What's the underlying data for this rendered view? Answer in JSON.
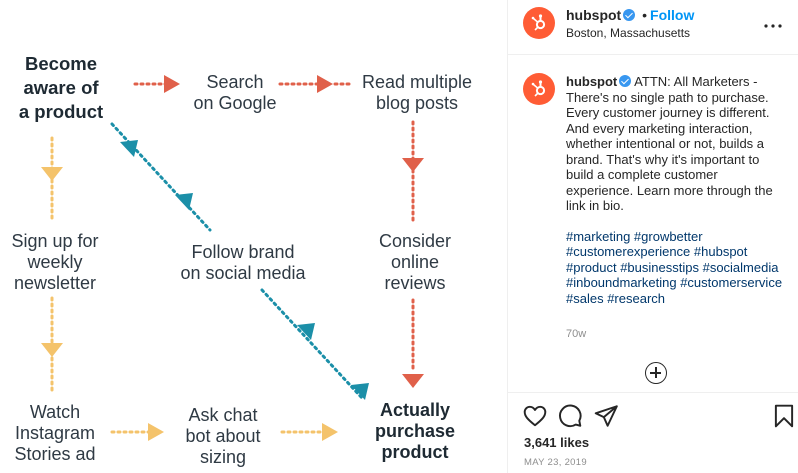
{
  "image": {
    "nodes": {
      "aware": "Become\naware of\na product",
      "search": "Search\non Google",
      "read": "Read multiple\nblog posts",
      "signup": "Sign up for\nweekly\nnewsletter",
      "follow_brand": "Follow brand\non social media",
      "consider": "Consider\nonline\nreviews",
      "watch": "Watch\nInstagram\nStories ad",
      "ask": "Ask chat\nbot about\nsizing",
      "purchase": "Actually\npurchase\nproduct"
    },
    "colors": {
      "red": "#e0604a",
      "teal": "#1b8fa8",
      "yellow": "#f4c36b",
      "text": "#2f3a44"
    }
  },
  "header": {
    "username": "hubspot",
    "follow_label": "Follow",
    "separator": "•",
    "location": "Boston, Massachusetts"
  },
  "caption": {
    "username": "hubspot",
    "text": "ATTN: All Marketers - There's no single path to purchase. Every customer journey is different. And every marketing interaction, whether intentional or not, builds a brand. That's why it's important to build a complete customer experience. Learn more through the link in bio.",
    "hashtags": "#marketing #growbetter #customerexperience #hubspot #product #businesstips #socialmedia #inboundmarketing #customerservice #sales #research",
    "time_ago": "70w"
  },
  "actions": {
    "likes": "3,641 likes",
    "date": "MAY 23, 2019",
    "icons": [
      "heart-icon",
      "comment-icon",
      "share-icon",
      "bookmark-icon"
    ]
  },
  "brand_color": "#ff5c35",
  "link_color": "#0095f6"
}
